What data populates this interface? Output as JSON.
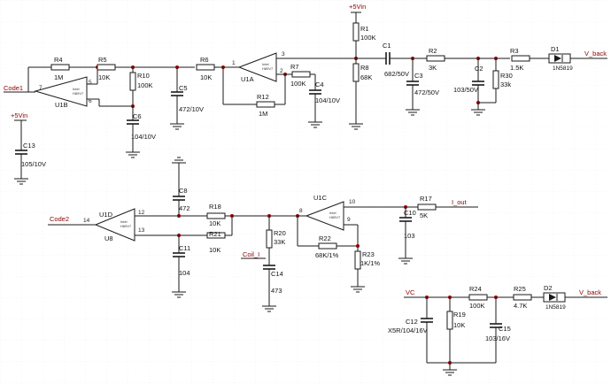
{
  "nets": {
    "vin_top": "+5Vin",
    "vin_left": "+5Vin",
    "code1": "Code1",
    "code2": "Code2",
    "v_back_top": "V_back",
    "v_back_bottom": "V_back",
    "i_out": "I_out",
    "coil_i": "Coil_I",
    "vc": "VC"
  },
  "resistors": {
    "r1": {
      "ref": "R1",
      "val": "100K"
    },
    "r2": {
      "ref": "R2",
      "val": "3K"
    },
    "r3": {
      "ref": "R3",
      "val": "1.5K"
    },
    "r4": {
      "ref": "R4",
      "val": "1M"
    },
    "r5": {
      "ref": "R5",
      "val": "10K"
    },
    "r6": {
      "ref": "R6",
      "val": "10K"
    },
    "r7": {
      "ref": "R7",
      "val": "100K"
    },
    "r8": {
      "ref": "R8",
      "val": "68K"
    },
    "r10": {
      "ref": "R10",
      "val": "100K"
    },
    "r12": {
      "ref": "R12",
      "val": "1M"
    },
    "r17": {
      "ref": "R17",
      "val": "5K"
    },
    "r18": {
      "ref": "R18",
      "val": "10K"
    },
    "r19": {
      "ref": "R19",
      "val": "10K"
    },
    "r20": {
      "ref": "R20",
      "val": "33K"
    },
    "r21": {
      "ref": "R21",
      "val": "10K"
    },
    "r22": {
      "ref": "R22",
      "val": "68K/1%"
    },
    "r23": {
      "ref": "R23",
      "val": "1K/1%"
    },
    "r24": {
      "ref": "R24",
      "val": "100K"
    },
    "r25": {
      "ref": "R25",
      "val": "4.7K"
    },
    "r30": {
      "ref": "R30",
      "val": "33k"
    }
  },
  "capacitors": {
    "c1": {
      "ref": "C1",
      "val": "682/50V"
    },
    "c2": {
      "ref": "C2",
      "val": "103/50V"
    },
    "c3": {
      "ref": "C3",
      "val": "472/50V"
    },
    "c4": {
      "ref": "C4",
      "val": "104/10V"
    },
    "c5": {
      "ref": "C5",
      "val": "472/10V"
    },
    "c6": {
      "ref": "C6",
      "val": "104/10V"
    },
    "c8": {
      "ref": "C8",
      "val": "472"
    },
    "c10": {
      "ref": "C10",
      "val": "103"
    },
    "c11": {
      "ref": "C11",
      "val": "104"
    },
    "c12": {
      "ref": "C12",
      "val": "X5R/104/16V"
    },
    "c13": {
      "ref": "C13",
      "val": "105/10V"
    },
    "c14": {
      "ref": "C14",
      "val": "473"
    },
    "c15": {
      "ref": "C15",
      "val": "103/16V"
    }
  },
  "diodes": {
    "d1": {
      "ref": "D1",
      "val": "1N5819"
    },
    "d2": {
      "ref": "D2",
      "val": "1N5819"
    }
  },
  "opamps": {
    "u1a": {
      "ref": "U1A"
    },
    "u1b": {
      "ref": "U1B"
    },
    "u1c": {
      "ref": "U1C"
    },
    "u1d": {
      "ref": "U1D"
    },
    "u8": {
      "ref": "U8"
    },
    "part_mark": "Intel",
    "part_sub": "H89V7"
  },
  "pins": {
    "u1b_out": "7",
    "u1b_p": "5",
    "u1b_n": "6",
    "u1a_out": "1",
    "u1a_p": "3",
    "u1a_n": "2",
    "u1d_out": "14",
    "u1d_p": "12",
    "u1d_n": "13",
    "u1c_out": "8",
    "u1c_p": "10",
    "u1c_n": "9"
  }
}
